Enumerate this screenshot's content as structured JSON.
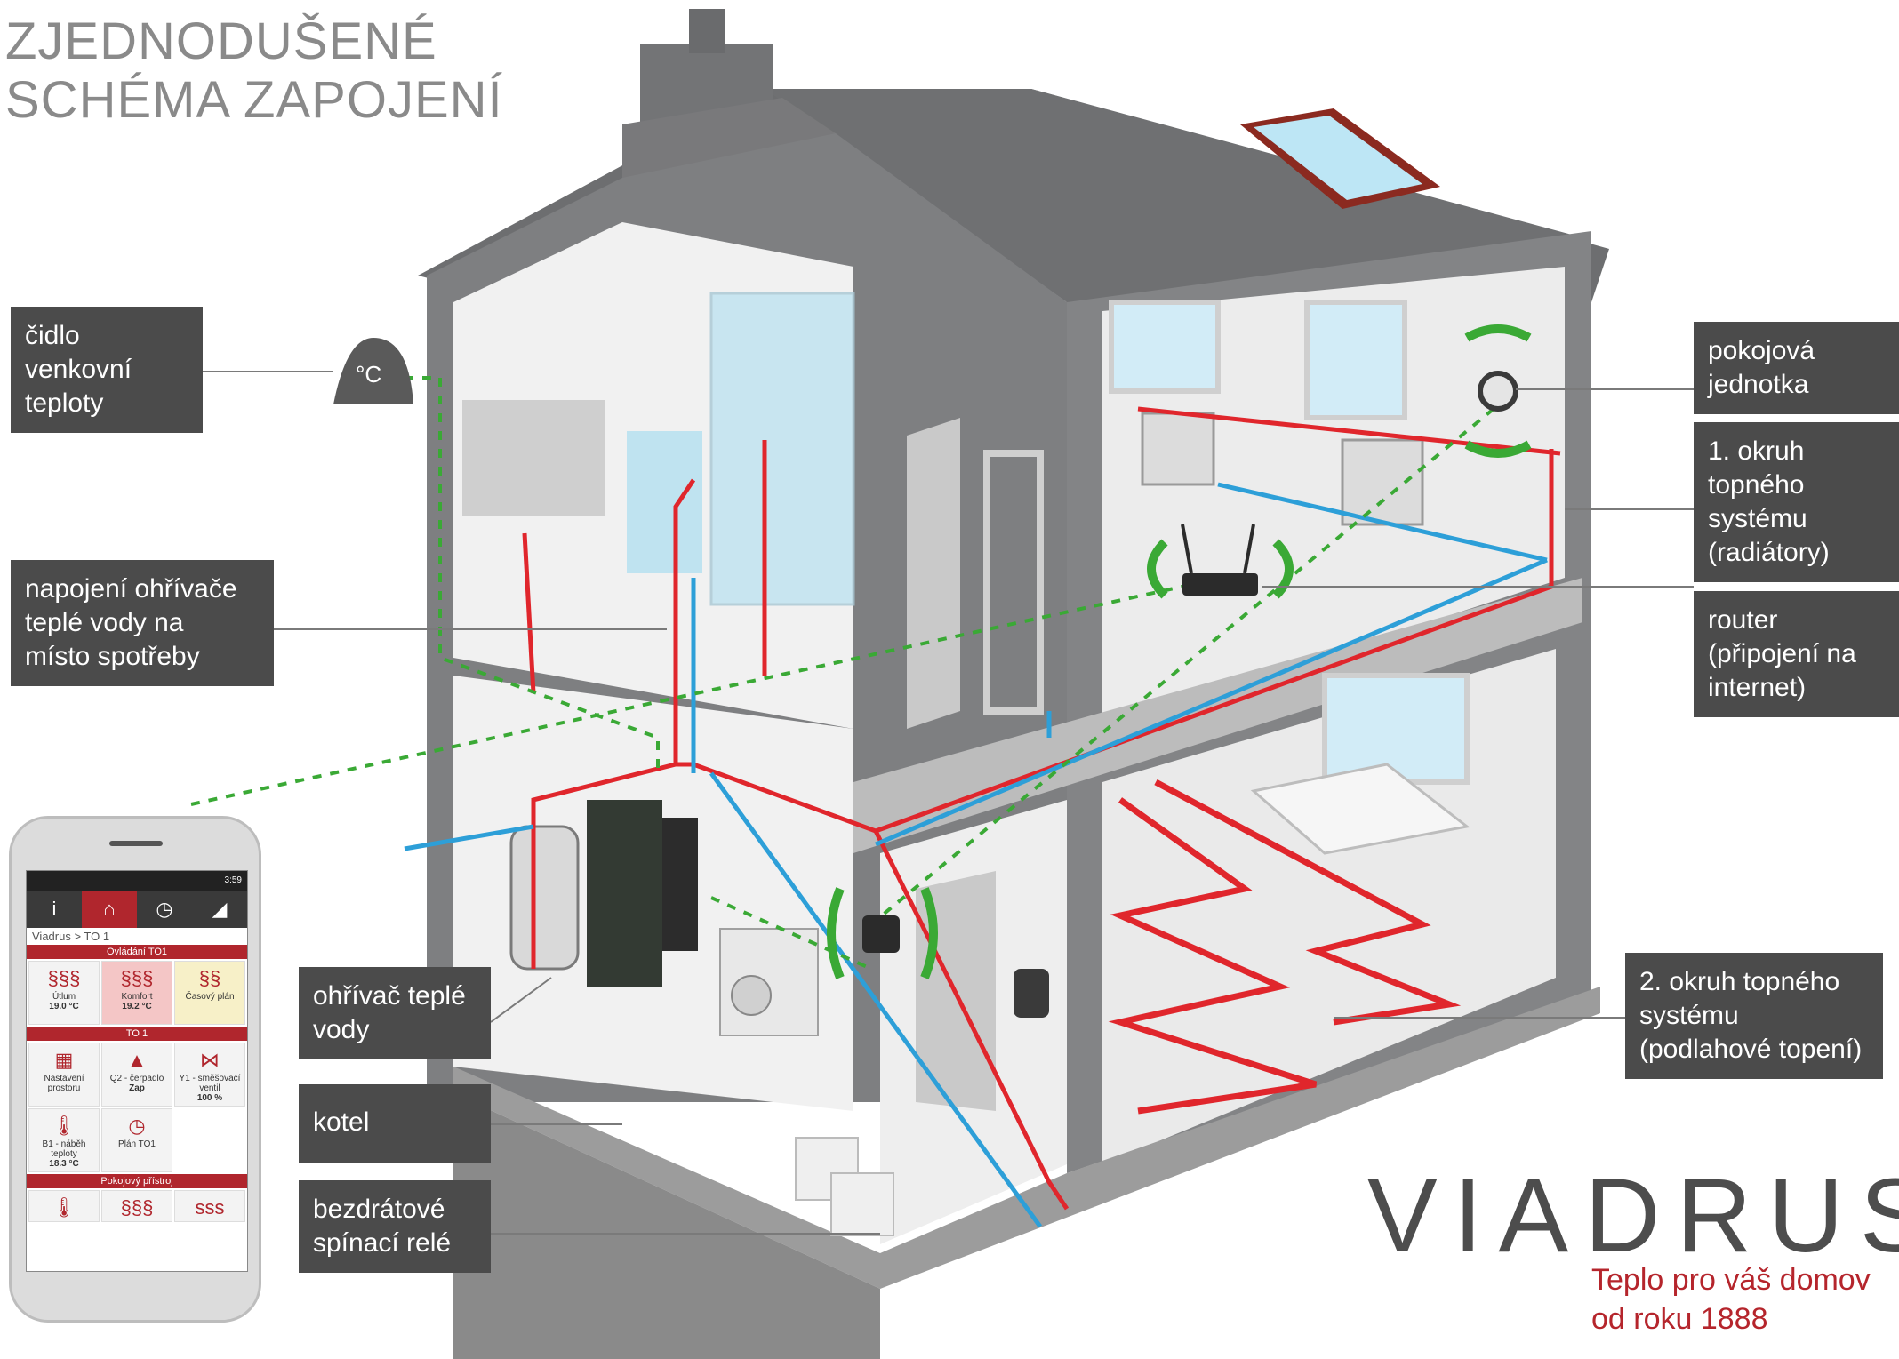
{
  "title": [
    "ZJEDNODUŠENÉ",
    "SCHÉMA ZAPOJENÍ"
  ],
  "labels": {
    "outdoor_sensor": [
      "čidlo",
      "venkovní",
      "teploty"
    ],
    "water_heater_connection": [
      "napojení ohřívače",
      "teplé vody na",
      "místo spotřeby"
    ],
    "water_heater": [
      "ohřívač teplé",
      "vody"
    ],
    "boiler": [
      "kotel"
    ],
    "wireless_relay": [
      "bezdrátové",
      "spínací relé"
    ],
    "room_unit": [
      "pokojová",
      "jednotka"
    ],
    "circuit1": [
      "1. okruh",
      "topného",
      "systému",
      "(radiátory)"
    ],
    "router": [
      "router",
      "(připojení na",
      "internet)"
    ],
    "circuit2": [
      "2. okruh topného",
      "systému",
      "(podlahové topení)"
    ]
  },
  "sensor_symbol": "°C",
  "logo": {
    "word": "VIADRUS",
    "tagline": [
      "Teplo pro váš domov",
      "od roku 1888"
    ]
  },
  "colors": {
    "hot": "#e0262c",
    "cold": "#2d9fd8",
    "wireless": "#3aa935",
    "label_bg": "#4b4b4b",
    "brand": "#b5252c"
  },
  "phone": {
    "time": "3:59",
    "tabs": [
      "i",
      "⌂",
      "◷",
      "◢"
    ],
    "breadcrumb": "Viadrus  > TO 1",
    "section1": "Ovládání TO1",
    "tiles1": [
      {
        "icon": "heat-waves-icon",
        "glyph": "§§§",
        "label": "Útlum",
        "value": "19.0 °C"
      },
      {
        "icon": "heat-waves-icon",
        "glyph": "§§§",
        "label": "Komfort",
        "value": "19.2 °C"
      },
      {
        "icon": "schedule-icon",
        "glyph": "§§",
        "label": "Časový plán",
        "value": ""
      }
    ],
    "section2": "TO 1",
    "tiles2": [
      {
        "icon": "grid-icon",
        "glyph": "▦",
        "label": "Nastavení prostoru",
        "value": ""
      },
      {
        "icon": "pump-icon",
        "glyph": "▲",
        "label": "Q2 - čerpadlo",
        "value": "Zap"
      },
      {
        "icon": "valve-icon",
        "glyph": "⋈",
        "label": "Y1 - směšovací ventil",
        "value": "100 %"
      },
      {
        "icon": "thermometer-icon",
        "glyph": "🌡",
        "label": "B1 - náběh teploty",
        "value": "18.3 °C"
      },
      {
        "icon": "clock-icon",
        "glyph": "◷",
        "label": "Plán TO1",
        "value": ""
      }
    ],
    "section3": "Pokojový přístroj",
    "tiles3": [
      {
        "icon": "thermometer-icon",
        "glyph": "🌡"
      },
      {
        "icon": "heat-waves-icon",
        "glyph": "§§§"
      },
      {
        "icon": "heat-waves-icon",
        "glyph": "sss"
      }
    ]
  }
}
